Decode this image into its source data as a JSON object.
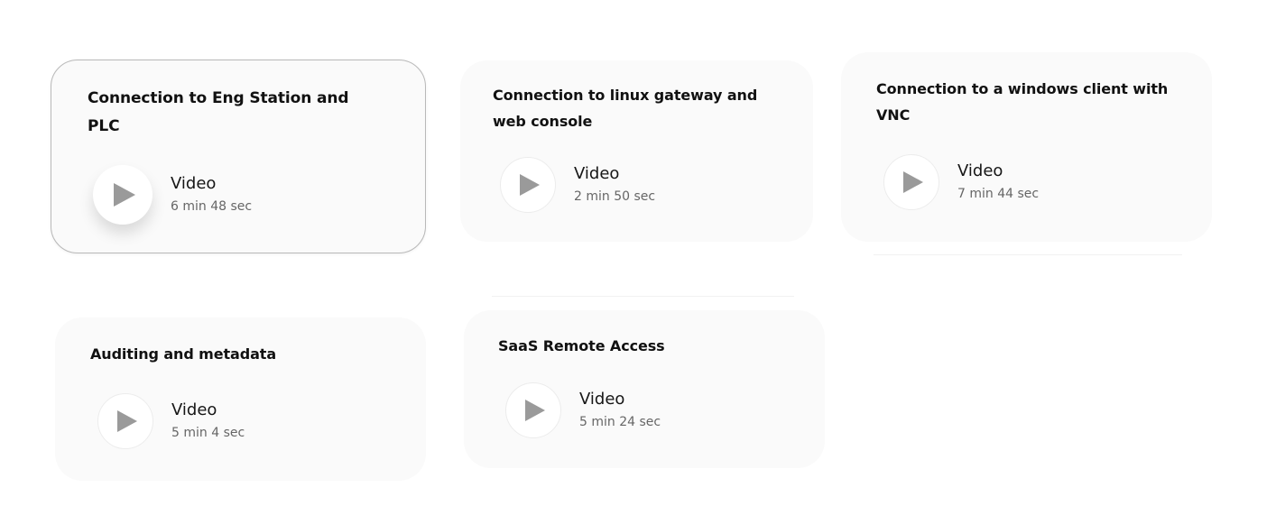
{
  "cards": [
    {
      "title": "Connection to Eng Station and PLC",
      "media_type": "Video",
      "duration": "6 min 48 sec"
    },
    {
      "title": "Connection to linux gateway and web console",
      "media_type": "Video",
      "duration": "2 min 50 sec"
    },
    {
      "title": "Connection to a windows client with VNC",
      "media_type": "Video",
      "duration": "7 min 44 sec"
    },
    {
      "title": "Auditing and metadata",
      "media_type": "Video",
      "duration": "5 min 4 sec"
    },
    {
      "title": "SaaS Remote Access",
      "media_type": "Video",
      "duration": "5 min 24 sec"
    }
  ],
  "icons": {
    "play": "play-icon"
  },
  "colors": {
    "card_background": "#fafafa",
    "play_icon": "#9a9a9a",
    "active_border": "#b9b9b9"
  }
}
